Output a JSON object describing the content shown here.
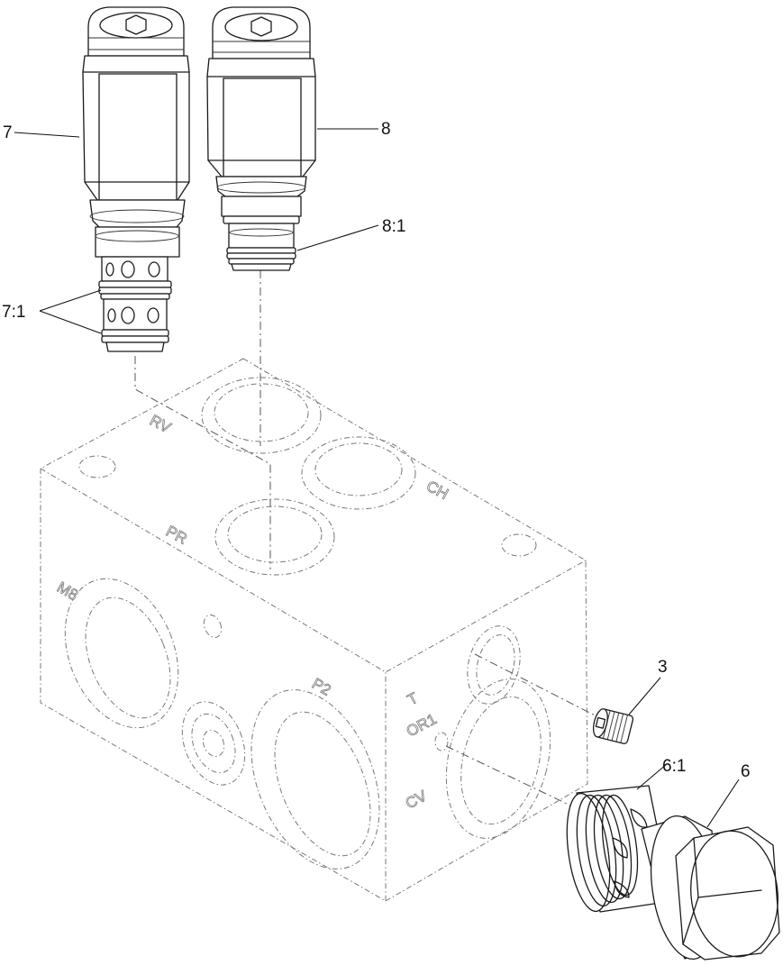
{
  "callouts": {
    "c7": "7",
    "c8": "8",
    "c8_1": "8:1",
    "c7_1": "7:1",
    "c3": "3",
    "c6_1": "6:1",
    "c6": "6"
  },
  "port_labels": {
    "rv": "RV",
    "ch": "CH",
    "pr": "PR",
    "m8": "M8",
    "p2": "P2",
    "t": "T",
    "or1": "OR1",
    "cv": "CV"
  }
}
